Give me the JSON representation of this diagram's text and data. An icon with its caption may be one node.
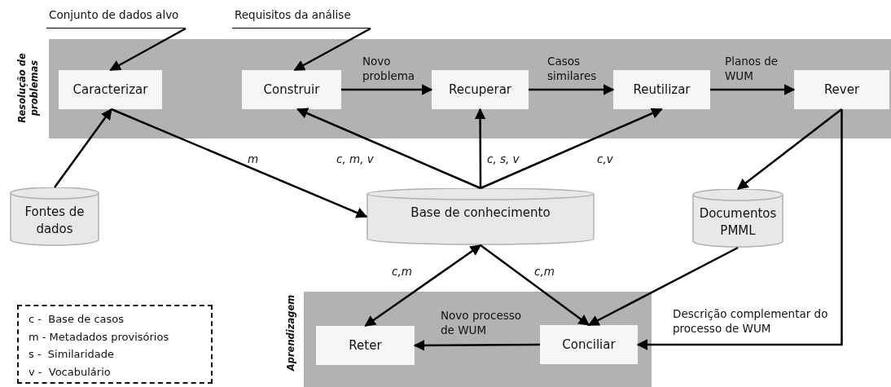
{
  "diagram": {
    "nodes": [
      {
        "text": [
          "Resolução de problemas"
        ]
      },
      {
        "text": [
          "Caracterizar"
        ],
        "in": 0
      },
      {
        "text": [
          "Construir"
        ],
        "in": 0
      },
      {
        "text": [
          "Recuperar"
        ],
        "in": 0
      },
      {
        "text": [
          "Reutilizar"
        ],
        "in": 0
      },
      {
        "text": [
          "Rever"
        ],
        "in": 0
      },
      {
        "text": [
          "Conjunto de dados alvo"
        ]
      },
      {
        "text": [
          "Requisitos da análise"
        ]
      },
      {
        "text": [
          "Fontes de dados"
        ]
      },
      {
        "text": [
          "Base de conhecimento"
        ]
      },
      {
        "text": [
          "Documentos PMML"
        ]
      },
      {
        "text": [
          "Aprendizagem"
        ]
      },
      {
        "text": [
          "Reter"
        ],
        "in": 11
      },
      {
        "text": [
          "Conciliar"
        ],
        "in": 11
      }
    ],
    "edges": [
      {
        "from": 6,
        "to": 1,
        "arrow": "to"
      },
      {
        "from": 7,
        "to": 2,
        "arrow": "to"
      },
      {
        "from": 2,
        "to": 3,
        "arrow": "to",
        "label": "Novo problema"
      },
      {
        "from": 3,
        "to": 4,
        "arrow": "to",
        "label": "Casos similares"
      },
      {
        "from": 4,
        "to": 5,
        "arrow": "to",
        "label": "Planos de WUM"
      },
      {
        "from": 8,
        "to": 1,
        "arrow": "to"
      },
      {
        "from": 1,
        "to": 9,
        "arrow": "to",
        "label": "m"
      },
      {
        "from": 9,
        "to": 2,
        "arrow": "to",
        "label": "c, m, v"
      },
      {
        "from": 9,
        "to": 3,
        "arrow": "to",
        "label": "c, s, v"
      },
      {
        "from": 9,
        "to": 4,
        "arrow": "to",
        "label": "c,v"
      },
      {
        "from": 5,
        "to": 10,
        "arrow": "to"
      },
      {
        "from": 5,
        "to": 13,
        "arrow": "to",
        "label": "Descrição complementar do processo de WUM"
      },
      {
        "from": 9,
        "to": 12,
        "arrow": "both",
        "label": "c,m"
      },
      {
        "from": 9,
        "to": 13,
        "arrow": "to",
        "label": "c,m"
      },
      {
        "from": 10,
        "to": 13,
        "arrow": "to"
      },
      {
        "from": 13,
        "to": 12,
        "arrow": "to",
        "label": "Novo processo de WUM"
      }
    ],
    "labels": [
      "c -  Base de casos",
      "m - Metadados provisórios",
      "s -  Similaridade",
      "v -  Vocabulário"
    ]
  }
}
